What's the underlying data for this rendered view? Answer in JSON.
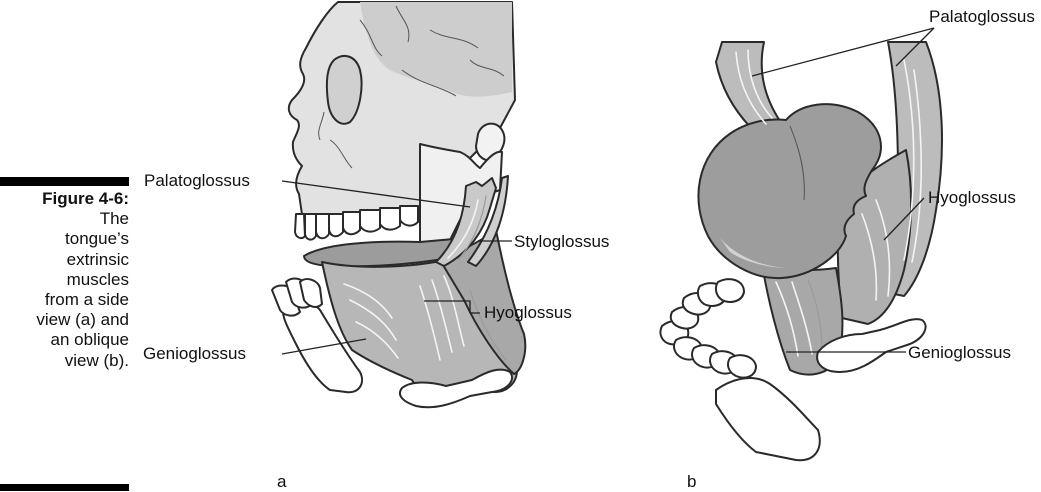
{
  "figure": {
    "number": "Figure 4-6:",
    "caption_lines": [
      "The",
      "tongue’s",
      "extrinsic",
      "muscles",
      "from a side",
      "view (a) and",
      "an oblique",
      "view (b)."
    ]
  },
  "panel_a": {
    "letter": "a",
    "labels": {
      "palatoglossus": "Palatoglossus",
      "styloglossus": "Styloglossus",
      "hyoglossus": "Hyoglossus",
      "genioglossus": "Genioglossus"
    }
  },
  "panel_b": {
    "letter": "b",
    "labels": {
      "palatoglossus": "Palatoglossus",
      "hyoglossus": "Hyoglossus",
      "genioglossus": "Genioglossus"
    }
  },
  "colors": {
    "bone": "#e2e2e2",
    "muscle": "#b5b5b5",
    "tongue": "#9a9a9a",
    "teeth": "#ffffff",
    "outline": "#2a2a2a"
  }
}
